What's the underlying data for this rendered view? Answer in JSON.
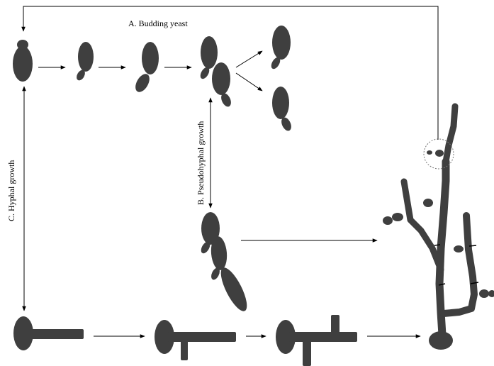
{
  "labels": {
    "budding": "A. Budding yeast",
    "pseudohyphal": "B. Pseudohyphal growth",
    "hyphal": "C. Hyphal growth"
  },
  "colors": {
    "cell": "#3f3f3f",
    "arrow": "#000000",
    "background": "#ffffff"
  }
}
